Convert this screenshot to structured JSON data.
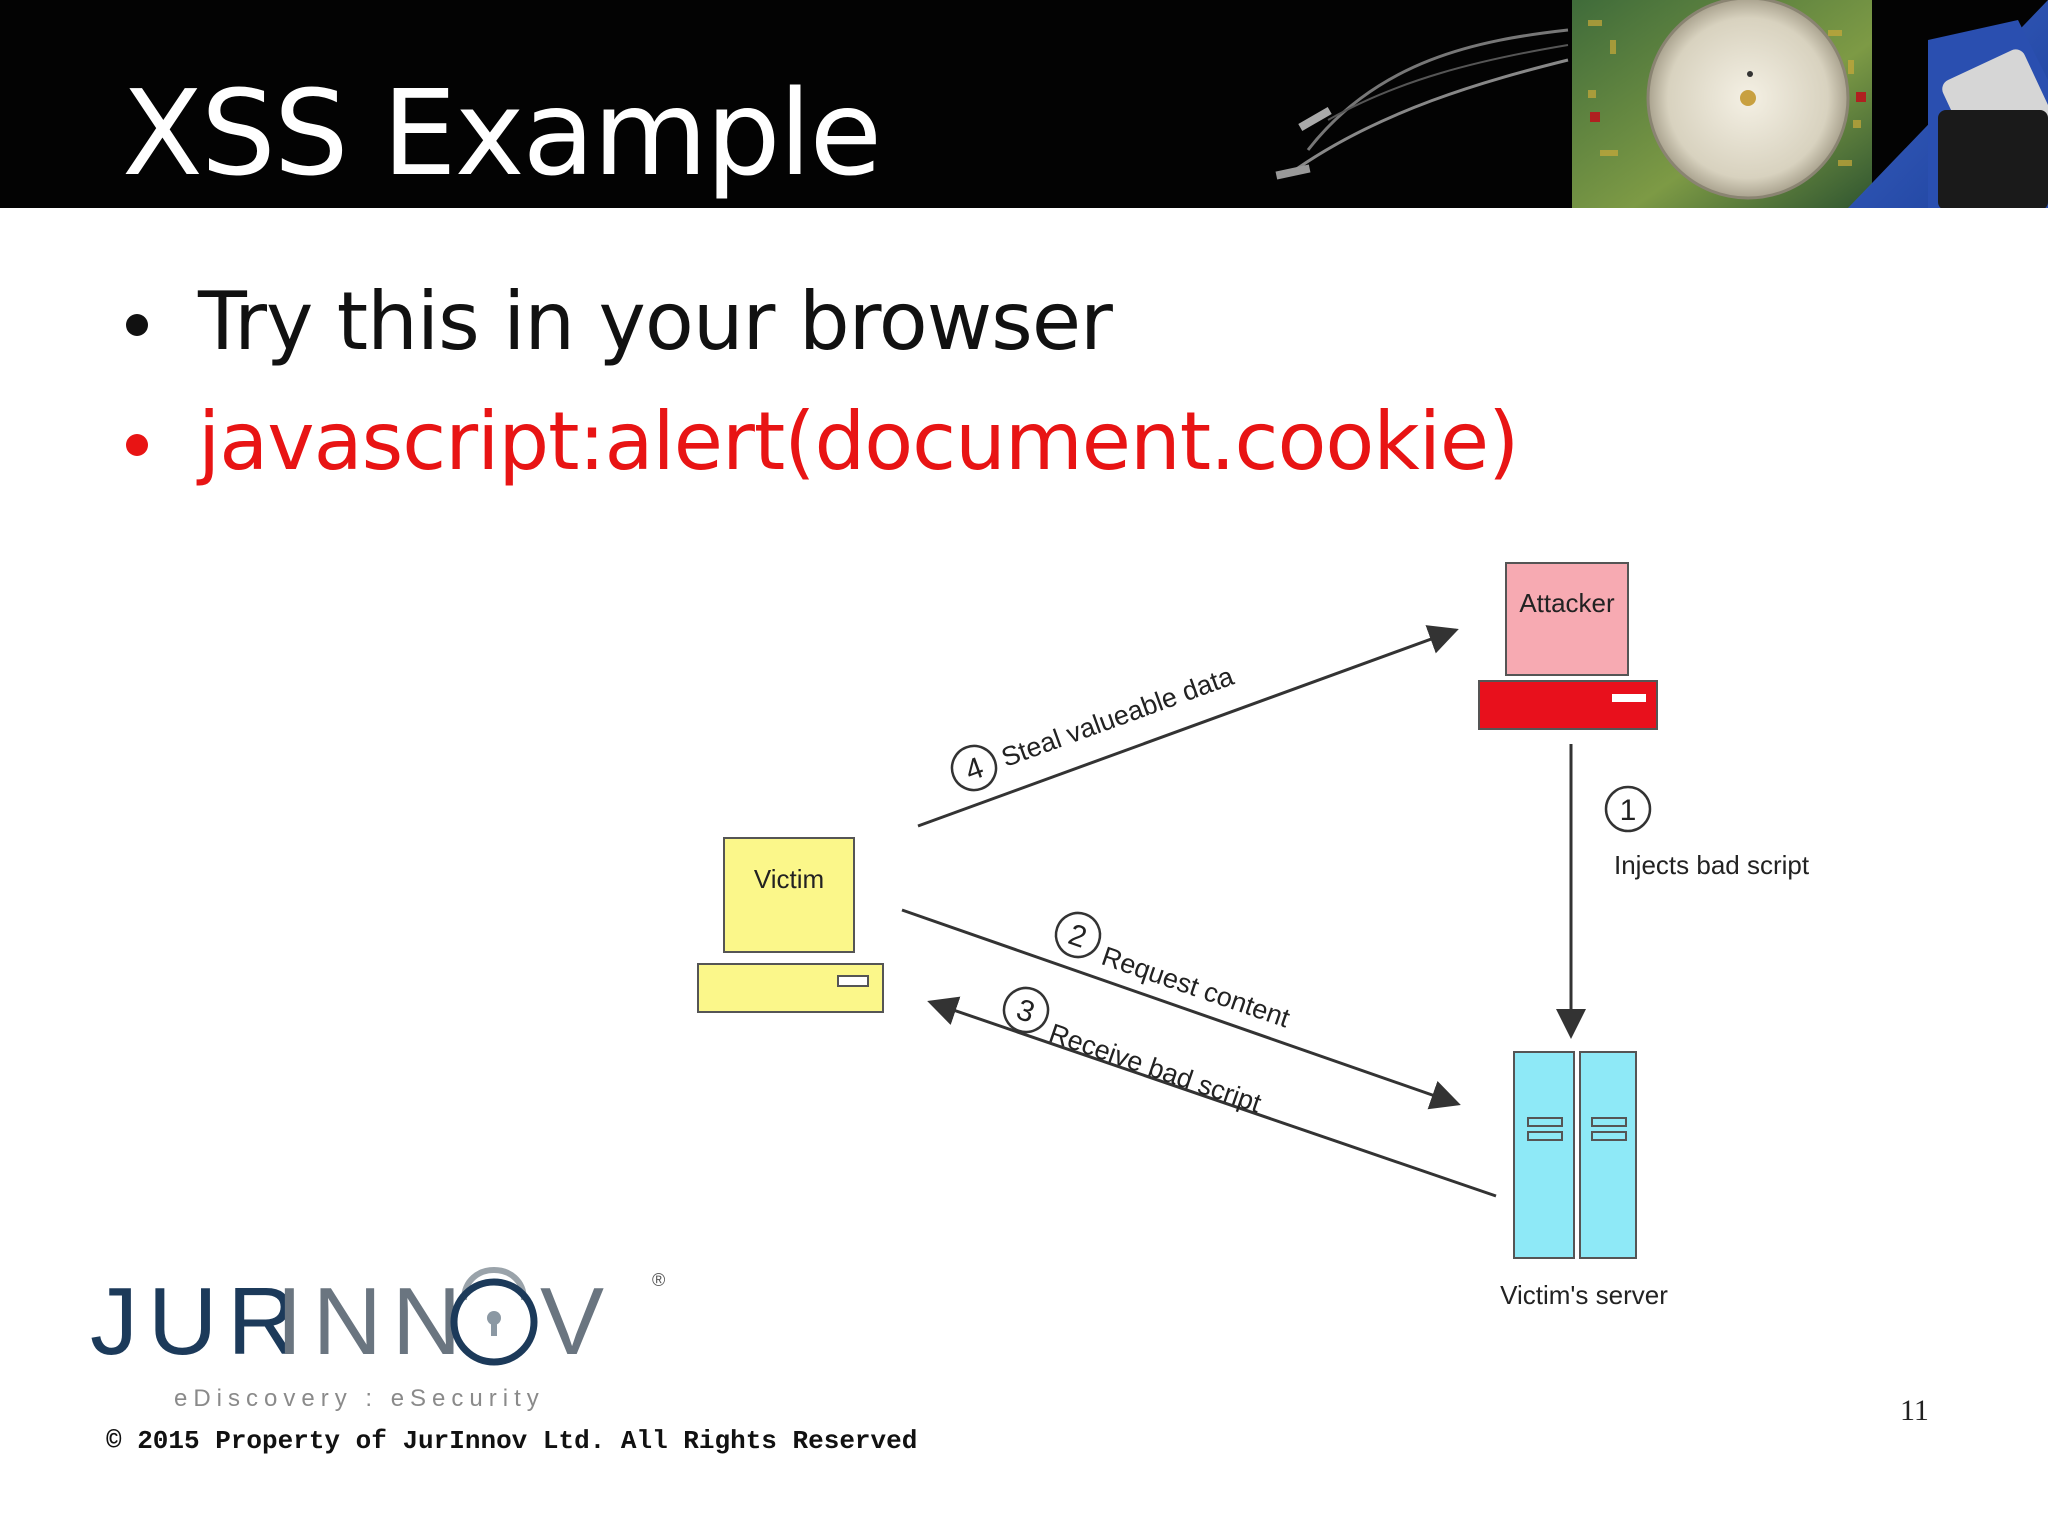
{
  "slide": {
    "title": "XSS Example",
    "bullets": [
      {
        "text": "Try this in your browser",
        "color": "#111111"
      },
      {
        "text": "javascript:alert(document.cookie)",
        "color": "#e81414"
      }
    ]
  },
  "diagram": {
    "nodes": {
      "attacker": {
        "label": "Attacker",
        "screen_color": "#f7aab2",
        "base_color": "#e8101c"
      },
      "victim": {
        "label": "Victim",
        "screen_color": "#fbf78a",
        "base_color": "#fbf78a"
      },
      "server": {
        "label": "Victim's server",
        "color": "#8ee9f7"
      }
    },
    "steps": [
      {
        "number": "1",
        "label": "Injects bad script"
      },
      {
        "number": "2",
        "label": "Request content"
      },
      {
        "number": "3",
        "label": "Receive bad script"
      },
      {
        "number": "4",
        "label": "Steal valueable data"
      }
    ]
  },
  "footer": {
    "logo_name_left": "JUR",
    "logo_name_mid": "INN",
    "logo_name_right": "V",
    "logo_registered": "®",
    "logo_tagline": "eDiscovery : eSecurity",
    "logo_color": "#1c3a5a",
    "copyright": "© 2015 Property of JurInnov Ltd. All Rights Reserved",
    "page_number": "11"
  }
}
